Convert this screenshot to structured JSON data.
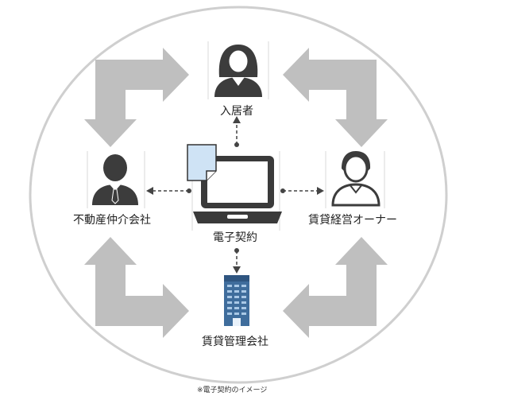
{
  "nodes": {
    "tenant": {
      "label": "入居者"
    },
    "agency": {
      "label": "不動産仲介会社"
    },
    "center": {
      "label": "電子契約"
    },
    "owner": {
      "label": "賃貸経営オーナー"
    },
    "management": {
      "label": "賃貸管理会社"
    }
  },
  "footnote": "※電子契約のイメージ",
  "colors": {
    "arrow": "#bfbfbf",
    "circle": "#cfcfcf",
    "person": "#3c3c3c",
    "laptop": "#3a3a3a",
    "document": "#cfe3f5",
    "building": "#3f6d9c",
    "dashed": "#444444"
  }
}
